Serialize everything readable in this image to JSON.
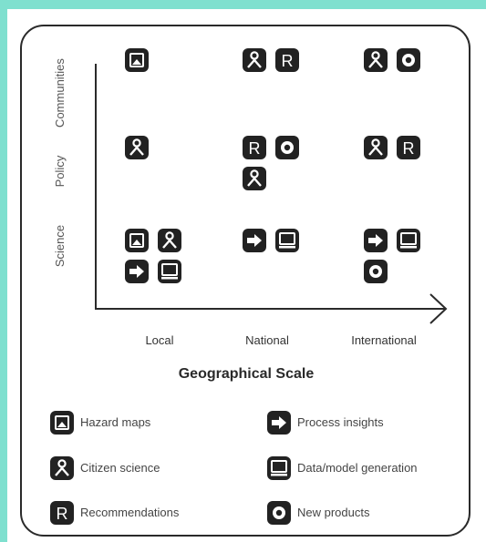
{
  "y_labels": {
    "science": "Science",
    "policy": "Policy",
    "communities": "Communities"
  },
  "x_labels": {
    "local": "Local",
    "national": "National",
    "international": "International"
  },
  "x_title": "Geographical Scale",
  "grid": {
    "communities": {
      "local": [
        "hazard-maps"
      ],
      "national": [
        "citizen-science",
        "recommendations"
      ],
      "international": [
        "citizen-science",
        "new-products"
      ]
    },
    "policy": {
      "local": [
        "citizen-science"
      ],
      "national": [
        "recommendations",
        "new-products",
        "citizen-science"
      ],
      "international": [
        "citizen-science",
        "recommendations"
      ]
    },
    "science": {
      "local": [
        "hazard-maps",
        "citizen-science",
        "process-insights",
        "data-model-generation"
      ],
      "national": [
        "process-insights",
        "data-model-generation"
      ],
      "international": [
        "process-insights",
        "data-model-generation",
        "new-products"
      ]
    }
  },
  "legend": {
    "hazard_maps": "Hazard maps",
    "process_insights": "Process insights",
    "citizen_science": "Citizen science",
    "data_model_generation": "Data/model generation",
    "recommendations": "Recommendations",
    "new_products": "New products"
  },
  "colors": {
    "icon": "#222222",
    "background": "#7fe0cf"
  }
}
